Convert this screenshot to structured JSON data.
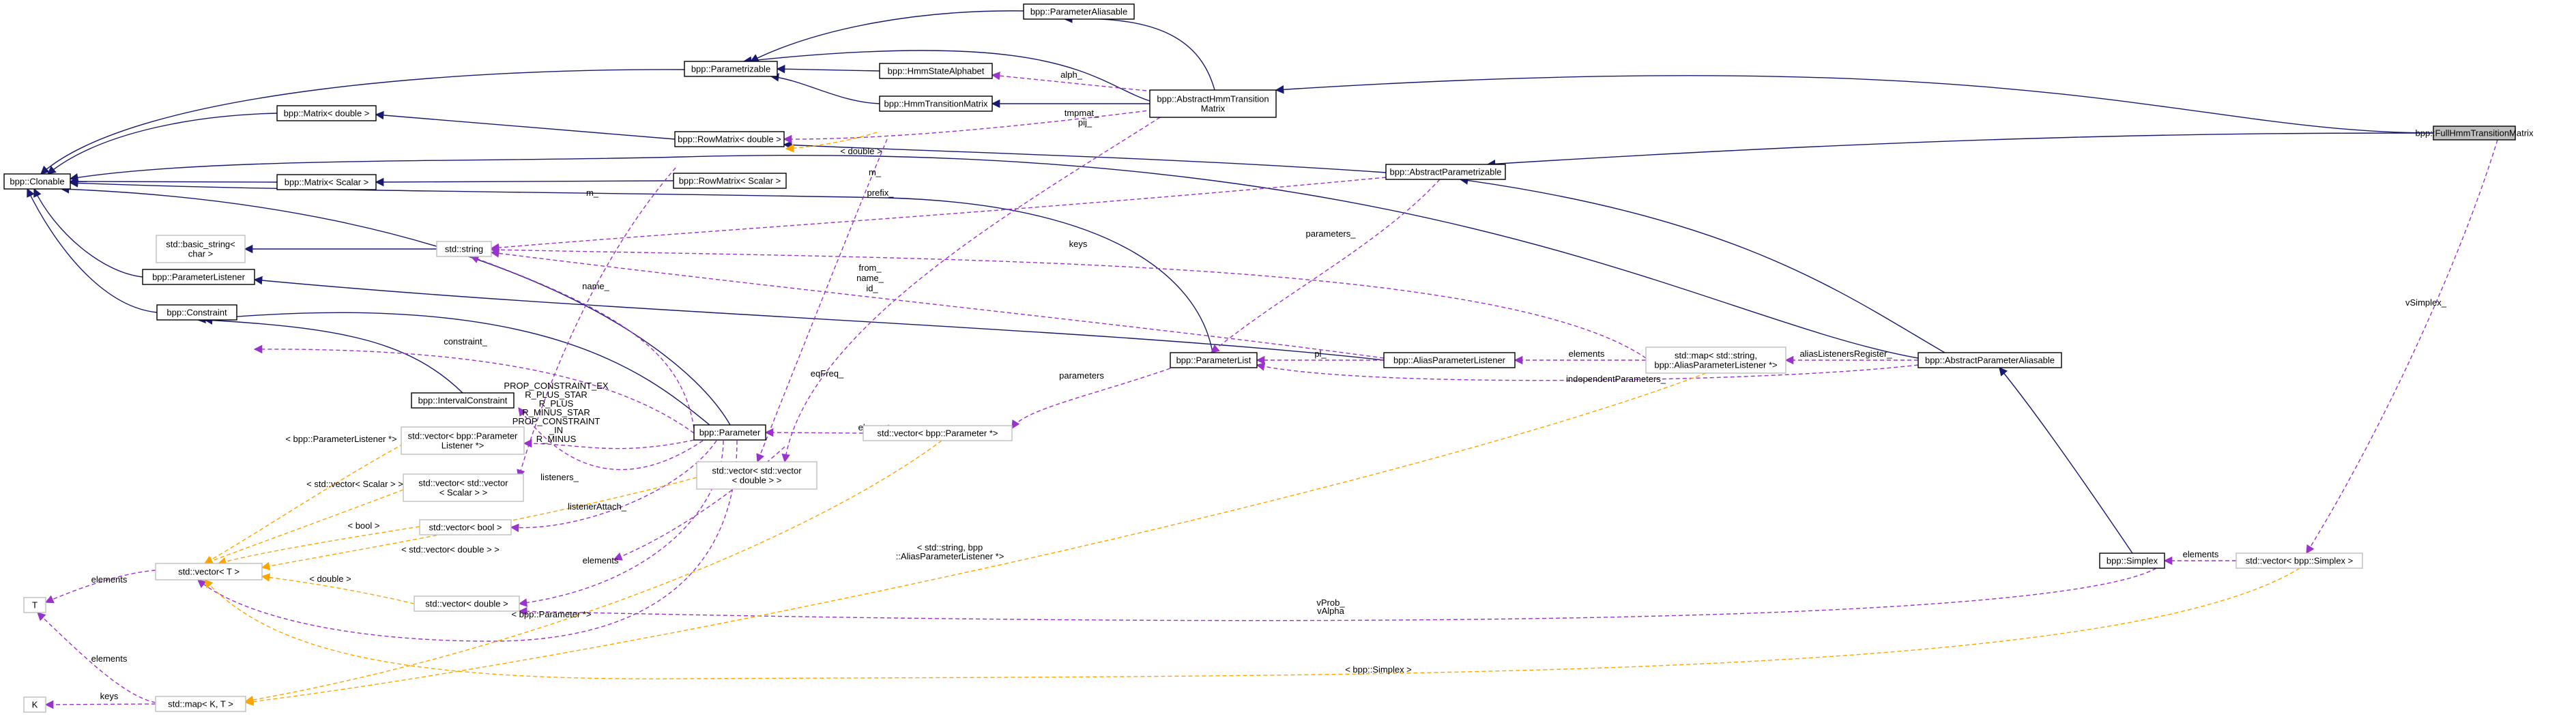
{
  "diagram": {
    "nodes": [
      {
        "id": "full",
        "lines": [
          "bpp::FullHmmTransitionMatrix"
        ],
        "kind": "focus"
      },
      {
        "id": "palias",
        "lines": [
          "bpp::ParameterAliasable"
        ],
        "kind": "class"
      },
      {
        "id": "param",
        "lines": [
          "bpp::Parametrizable"
        ],
        "kind": "class"
      },
      {
        "id": "hsa",
        "lines": [
          "bpp::HmmStateAlphabet"
        ],
        "kind": "class"
      },
      {
        "id": "ahtm",
        "lines": [
          "bpp::AbstractHmmTransition",
          "Matrix"
        ],
        "kind": "class"
      },
      {
        "id": "htm",
        "lines": [
          "bpp::HmmTransitionMatrix"
        ],
        "kind": "class"
      },
      {
        "id": "matd",
        "lines": [
          "bpp::Matrix< double >"
        ],
        "kind": "class"
      },
      {
        "id": "rowd",
        "lines": [
          "bpp::RowMatrix< double >"
        ],
        "kind": "class"
      },
      {
        "id": "clon",
        "lines": [
          "bpp::Clonable"
        ],
        "kind": "class"
      },
      {
        "id": "mats",
        "lines": [
          "bpp::Matrix< Scalar >"
        ],
        "kind": "class"
      },
      {
        "id": "rows",
        "lines": [
          "bpp::RowMatrix< Scalar >"
        ],
        "kind": "class"
      },
      {
        "id": "aparam",
        "lines": [
          "bpp::AbstractParametrizable"
        ],
        "kind": "class"
      },
      {
        "id": "bstr",
        "lines": [
          "std::basic_string<",
          "char >"
        ],
        "kind": "template"
      },
      {
        "id": "str",
        "lines": [
          "std::string"
        ],
        "kind": "template"
      },
      {
        "id": "plis",
        "lines": [
          "bpp::ParameterListener"
        ],
        "kind": "class"
      },
      {
        "id": "cons",
        "lines": [
          "bpp::Constraint"
        ],
        "kind": "class"
      },
      {
        "id": "plist",
        "lines": [
          "bpp::ParameterList"
        ],
        "kind": "class"
      },
      {
        "id": "apl",
        "lines": [
          "bpp::AliasParameterListener"
        ],
        "kind": "class"
      },
      {
        "id": "mapsa",
        "lines": [
          "std::map< std::string,",
          "bpp::AliasParameterListener *>"
        ],
        "kind": "template"
      },
      {
        "id": "apa",
        "lines": [
          "bpp::AbstractParameterAliasable"
        ],
        "kind": "class"
      },
      {
        "id": "icon",
        "lines": [
          "bpp::IntervalConstraint"
        ],
        "kind": "class"
      },
      {
        "id": "vpl",
        "lines": [
          "std::vector< bpp::Parameter",
          "Listener *>"
        ],
        "kind": "template"
      },
      {
        "id": "pobj",
        "lines": [
          "bpp::Parameter"
        ],
        "kind": "class"
      },
      {
        "id": "vvp",
        "lines": [
          "std::vector< bpp::Parameter *>"
        ],
        "kind": "template"
      },
      {
        "id": "vvs",
        "lines": [
          "std::vector< std::vector",
          "< Scalar > >"
        ],
        "kind": "template"
      },
      {
        "id": "vvd",
        "lines": [
          "std::vector< std::vector",
          "< double > >"
        ],
        "kind": "template"
      },
      {
        "id": "vb",
        "lines": [
          "std::vector< bool >"
        ],
        "kind": "template"
      },
      {
        "id": "vt",
        "lines": [
          "std::vector< T >"
        ],
        "kind": "template"
      },
      {
        "id": "vd",
        "lines": [
          "std::vector< double >"
        ],
        "kind": "template"
      },
      {
        "id": "T",
        "lines": [
          "T"
        ],
        "kind": "template"
      },
      {
        "id": "K",
        "lines": [
          "K"
        ],
        "kind": "template"
      },
      {
        "id": "mkt",
        "lines": [
          "std::map< K, T >"
        ],
        "kind": "template"
      },
      {
        "id": "simp",
        "lines": [
          "bpp::Simplex"
        ],
        "kind": "class"
      },
      {
        "id": "vsimp",
        "lines": [
          "std::vector< bpp::Simplex >"
        ],
        "kind": "template"
      }
    ],
    "edge_labels": [
      {
        "id": "alph",
        "text": "alph_"
      },
      {
        "id": "tmpmat",
        "text": "tmpmat_"
      },
      {
        "id": "pij",
        "text": "pij_"
      },
      {
        "id": "dbl_tmpl",
        "text": "< double >"
      },
      {
        "id": "m1",
        "text": "m_"
      },
      {
        "id": "m2",
        "text": "m_"
      },
      {
        "id": "prefix",
        "text": "prefix_"
      },
      {
        "id": "parameters1",
        "text": "parameters_"
      },
      {
        "id": "keys1",
        "text": "keys"
      },
      {
        "id": "from",
        "text": "from_"
      },
      {
        "id": "name2",
        "text": "name_"
      },
      {
        "id": "id",
        "text": "id_"
      },
      {
        "id": "name1",
        "text": "name_"
      },
      {
        "id": "constraint",
        "text": "constraint_"
      },
      {
        "id": "elements1",
        "text": "elements"
      },
      {
        "id": "pl",
        "text": "pl_"
      },
      {
        "id": "elements2",
        "text": "elements"
      },
      {
        "id": "alr",
        "text": "aliasListenersRegister_"
      },
      {
        "id": "indep",
        "text": "independentParameters_"
      },
      {
        "id": "parameters2",
        "text": "parameters"
      },
      {
        "id": "eqfreq",
        "text": "eqFreq_"
      },
      {
        "id": "elements3",
        "text": "elements"
      },
      {
        "id": "prop1",
        "text": "PROP_CONSTRAINT_EX"
      },
      {
        "id": "prop2",
        "text": "R_PLUS_STAR"
      },
      {
        "id": "prop3",
        "text": "R_PLUS"
      },
      {
        "id": "prop4",
        "text": "R_MINUS_STAR"
      },
      {
        "id": "prop5",
        "text": "PROP_CONSTRAINT"
      },
      {
        "id": "prop6",
        "text": "_IN"
      },
      {
        "id": "prop7",
        "text": "R_MINUS"
      },
      {
        "id": "vpl_tmpl",
        "text": "< bpp::ParameterListener *>"
      },
      {
        "id": "listeners",
        "text": "listeners_"
      },
      {
        "id": "vvs_tmpl",
        "text": "< std::vector< Scalar > >"
      },
      {
        "id": "listenerattach",
        "text": "listenerAttach_"
      },
      {
        "id": "bool_tmpl",
        "text": "< bool >"
      },
      {
        "id": "vvd_tmpl",
        "text": "< std::vector< double > >"
      },
      {
        "id": "elements4",
        "text": "elements"
      },
      {
        "id": "dbl_tmpl2",
        "text": "< double >"
      },
      {
        "id": "elements5",
        "text": "elements"
      },
      {
        "id": "vvp_tmpl",
        "text": "< bpp::Parameter *>"
      },
      {
        "id": "map_tmpl1",
        "text": "< std::string, bpp"
      },
      {
        "id": "map_tmpl2",
        "text": "::AliasParameterListener *>"
      },
      {
        "id": "vprob",
        "text": "vProb_"
      },
      {
        "id": "valpha",
        "text": "vAlpha"
      },
      {
        "id": "simp_tmpl",
        "text": "< bpp::Simplex >"
      },
      {
        "id": "elements6",
        "text": "elements"
      },
      {
        "id": "elements7",
        "text": "elements"
      },
      {
        "id": "keys2",
        "text": "keys"
      },
      {
        "id": "vsimplex",
        "text": "vSimplex_"
      }
    ],
    "colors": {
      "inheritance": "#191970",
      "usage": "#9a32cd",
      "template": "#ffa500",
      "focus_fill": "#bfbfbf",
      "class_border": "#000000",
      "template_border": "#bfbfbf"
    }
  }
}
